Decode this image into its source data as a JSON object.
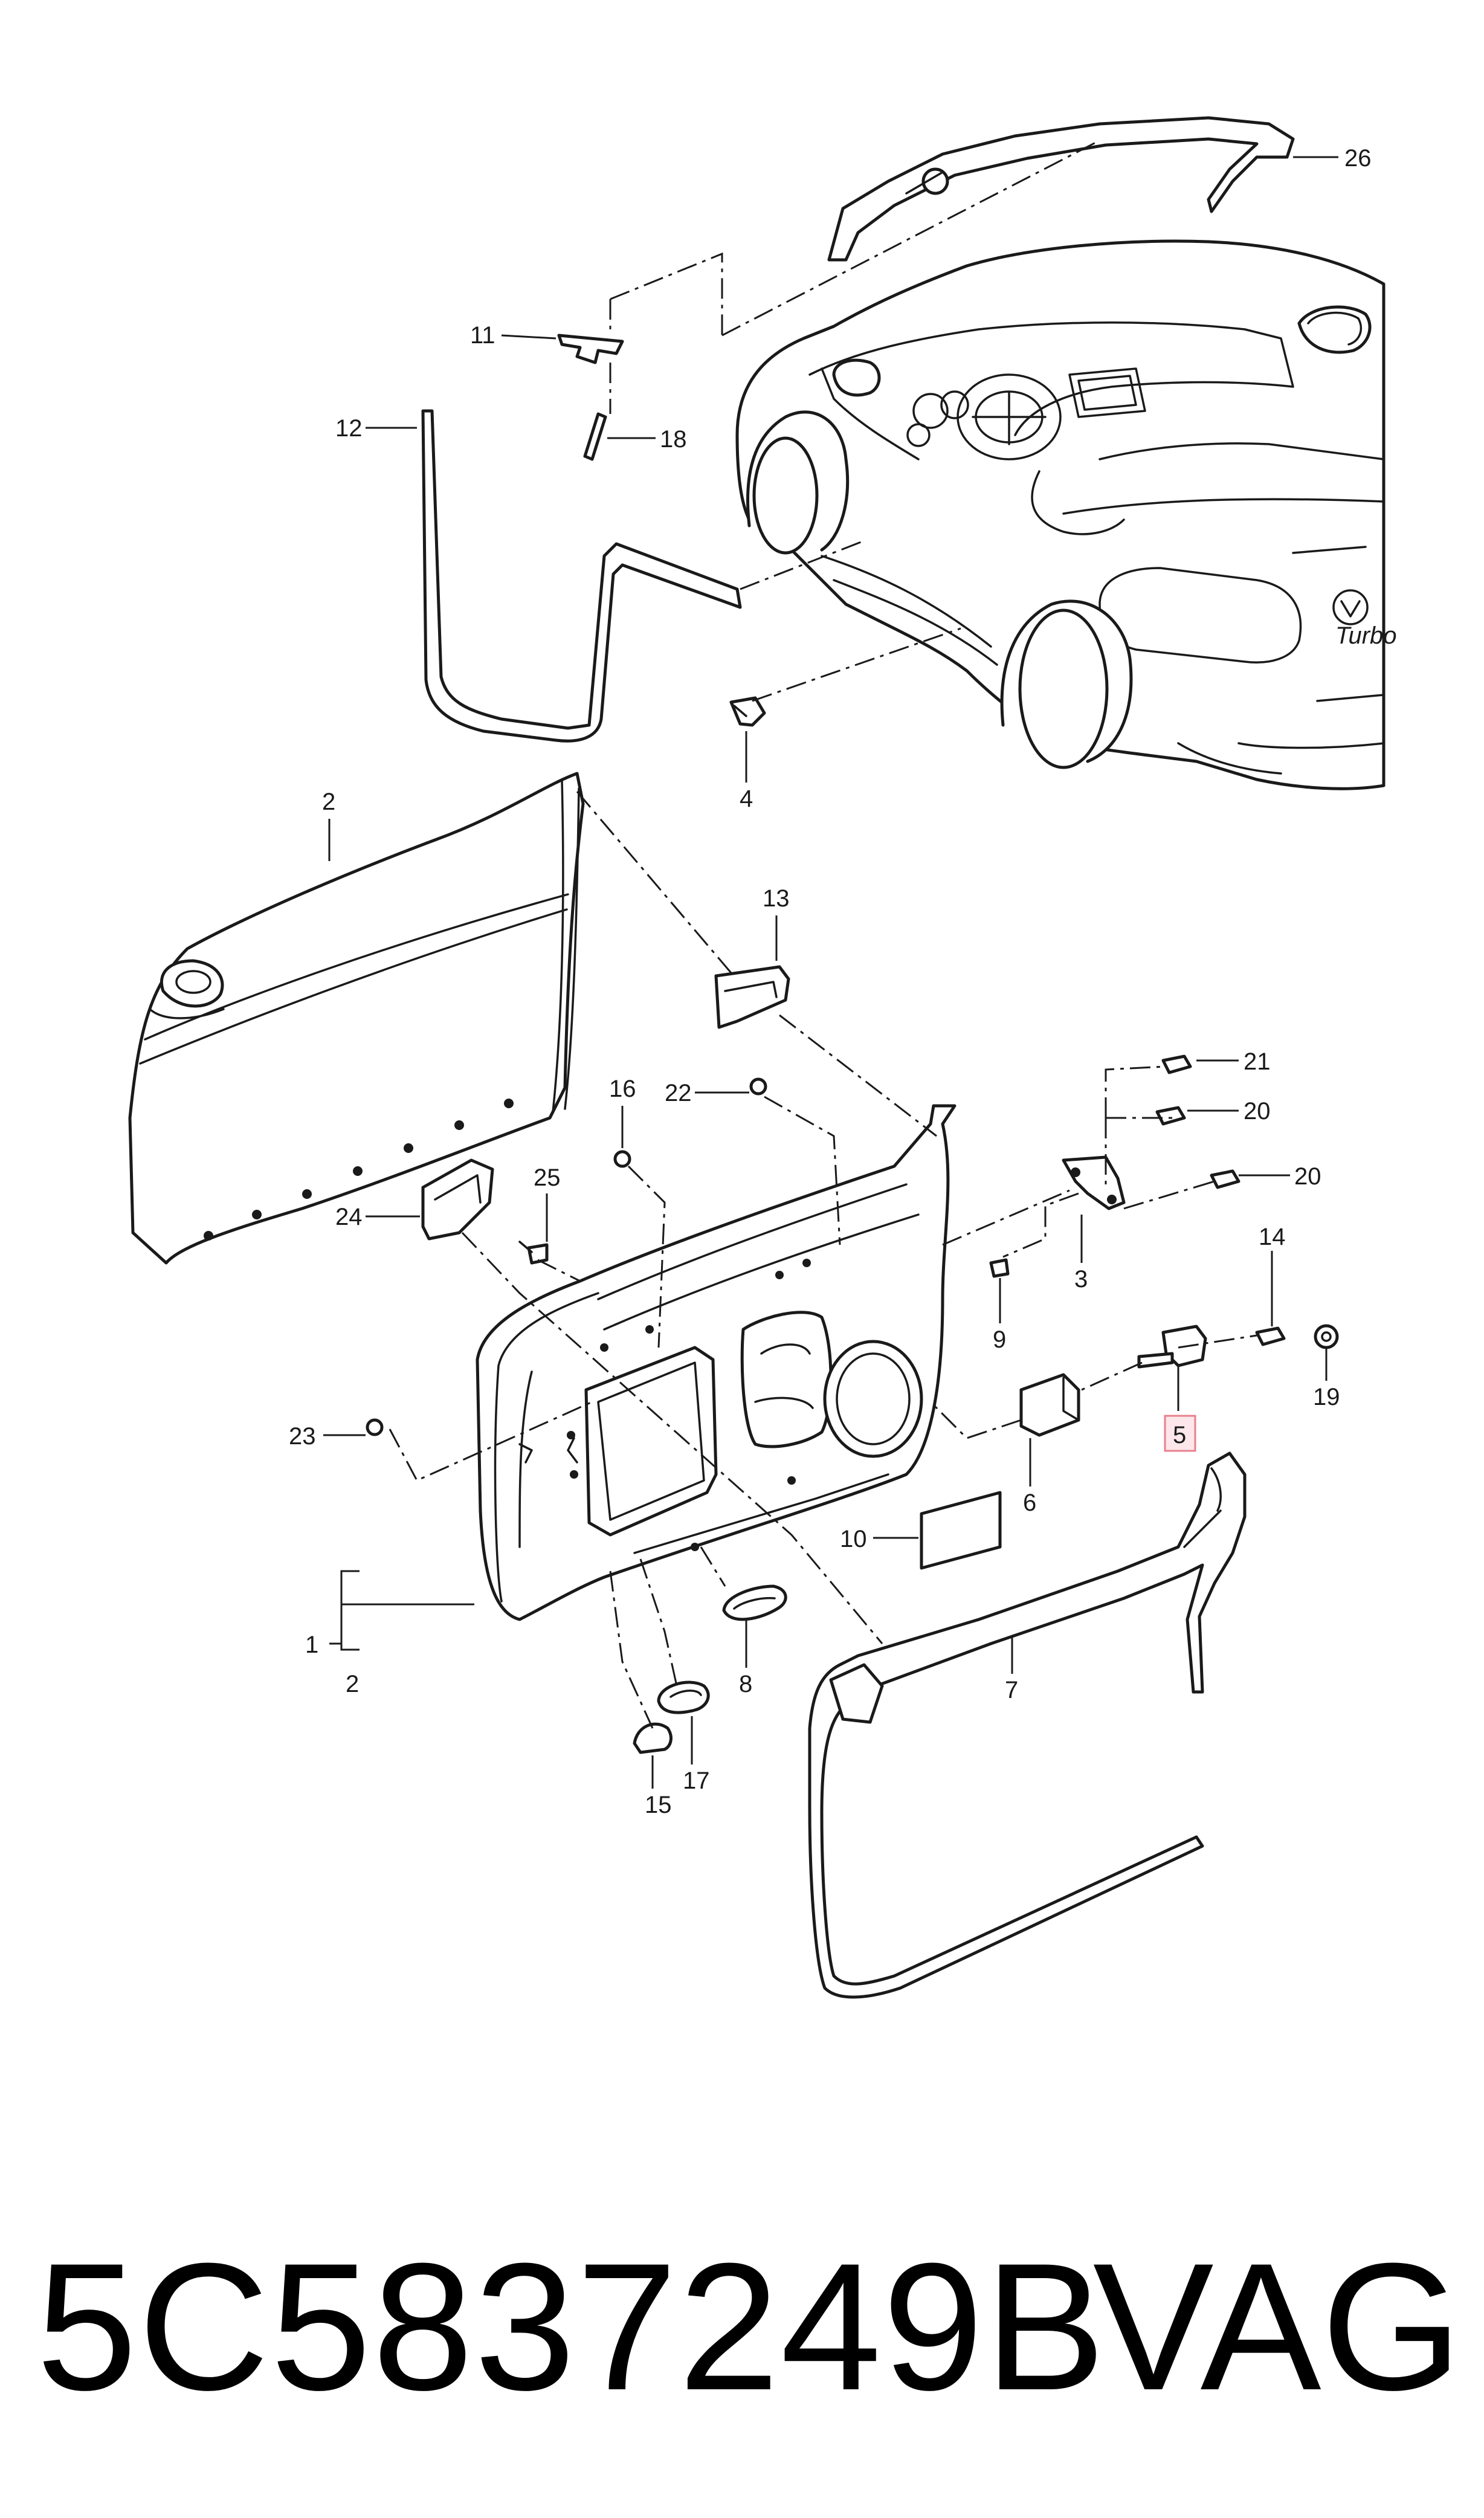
{
  "callouts": {
    "c1": "1",
    "c2a": "2",
    "c2b": "2",
    "c3": "3",
    "c4": "4",
    "c5": "5",
    "c6": "6",
    "c7": "7",
    "c8": "8",
    "c9": "9",
    "c10": "10",
    "c11": "11",
    "c12": "12",
    "c13": "13",
    "c14": "14",
    "c15": "15",
    "c16": "16",
    "c17": "17",
    "c18": "18",
    "c19": "19",
    "c20a": "20",
    "c20b": "20",
    "c21": "21",
    "c22": "22",
    "c23": "23",
    "c24": "24",
    "c25": "25",
    "c26": "26"
  },
  "highlighted_callout": "5",
  "badge_text": "Turbo",
  "footer": {
    "part_number": "5C5837249B",
    "brand": "VAG"
  },
  "colors": {
    "highlight_fill": "#fde7ea",
    "highlight_border": "#e8808d"
  }
}
